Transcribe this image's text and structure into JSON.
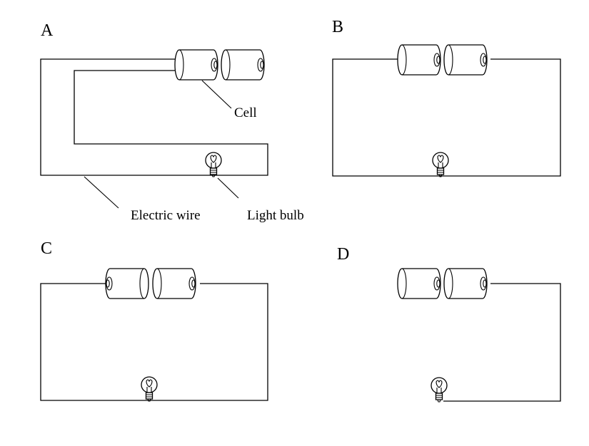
{
  "panels": [
    {
      "id": "A",
      "label": "A"
    },
    {
      "id": "B",
      "label": "B"
    },
    {
      "id": "C",
      "label": "C"
    },
    {
      "id": "D",
      "label": "D"
    }
  ],
  "callouts": {
    "cell": "Cell",
    "electric_wire": "Electric wire",
    "light_bulb": "Light bulb"
  },
  "colors": {
    "line": "#000000",
    "background": "#ffffff"
  }
}
